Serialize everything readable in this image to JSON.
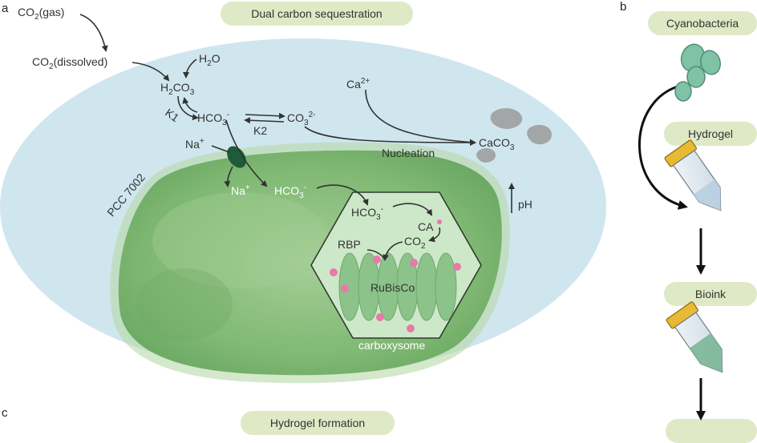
{
  "panels": {
    "a": "a",
    "b": "b",
    "c": "c"
  },
  "titles": {
    "dual": "Dual carbon sequestration",
    "hydrogel_formation": "Hydrogel formation"
  },
  "chem": {
    "co2_gas": {
      "main": "CO",
      "sub": "2",
      "tail": "(gas)"
    },
    "co2_dissolved": {
      "main": "CO",
      "sub": "2",
      "tail": "(dissolved)"
    },
    "h2o": {
      "h": "H",
      "sub": "2",
      "o": "O"
    },
    "h2co3": {
      "h": "H",
      "sub1": "2",
      "co": "CO",
      "sub2": "3"
    },
    "k1": "K1",
    "hco3": {
      "main": "HCO",
      "sub": "3",
      "sup": "-"
    },
    "co3": {
      "main": "CO",
      "sub": "3",
      "sup": "2-"
    },
    "k2": "K2",
    "ca": {
      "main": "Ca",
      "sup": "2+"
    },
    "caco3": {
      "main": "CaCO",
      "sub": "3"
    },
    "nucleation": "Nucleation",
    "ph": "pH",
    "na_out": {
      "main": "Na",
      "sup": "+"
    },
    "na_in": {
      "main": "Na",
      "sup": "+"
    },
    "hco3_in": {
      "main": "HCO",
      "sub": "3",
      "sup": "-"
    },
    "hco3_carb": {
      "main": "HCO",
      "sub": "3",
      "sup": "-"
    },
    "ca_enzyme": "CA",
    "rbp": "RBP",
    "co2_carb": {
      "main": "CO",
      "sub": "2"
    },
    "rubisco": "RuBisCo",
    "carboxysome": "carboxysome",
    "pcc": "PCC 7002"
  },
  "steps": {
    "cyanobacteria": "Cyanobacteria",
    "hydrogel": "Hydrogel",
    "bioink": "Bioink"
  },
  "colors": {
    "pill": "#dfe9c5",
    "medium": "#cfe6ef",
    "cell": "#7fb873",
    "carboxysome": "#cde8c8",
    "rubisco": "#8cc38a",
    "pink": "#e879a9",
    "transporter": "#1f5a3a"
  }
}
